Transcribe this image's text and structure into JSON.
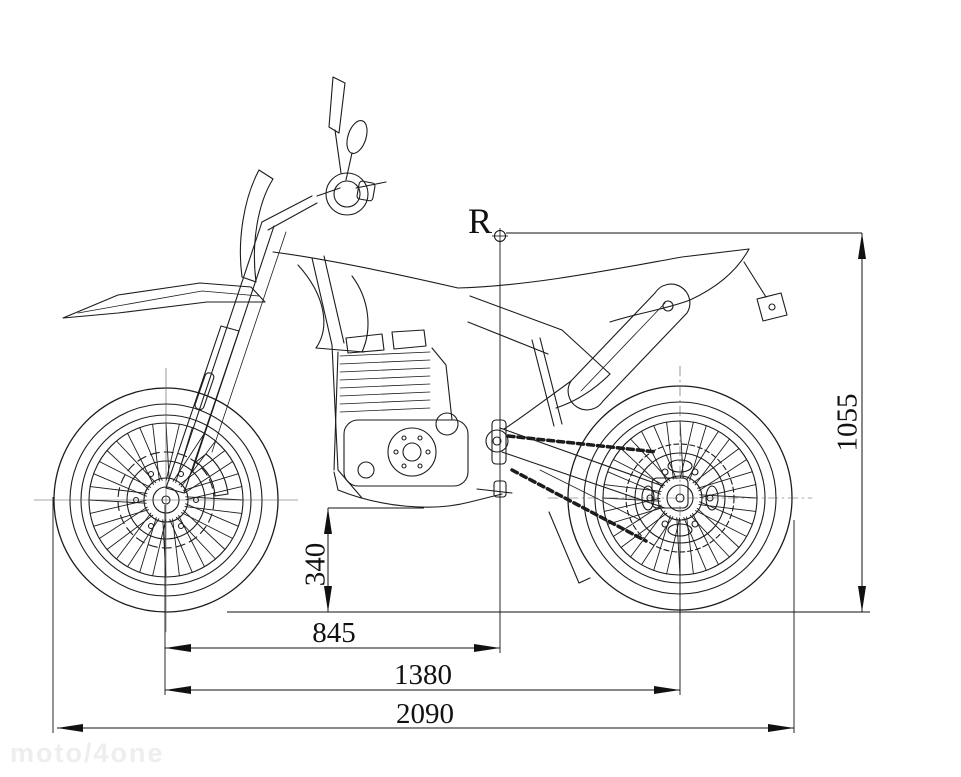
{
  "page": {
    "background": "#ffffff"
  },
  "reference_marker": {
    "label": "R"
  },
  "dimension_labels": {
    "overall_height": "1055",
    "ground_clearance": "340",
    "front_axle_to_reference": "845",
    "wheelbase": "1380",
    "overall_length": "2090"
  },
  "watermark": {
    "text": "moto/4one"
  },
  "drawing": {
    "subject": "supermoto motorcycle side-view technical dimension drawing",
    "line_color": "#1c1c1c",
    "dimension_color": "#000000"
  }
}
